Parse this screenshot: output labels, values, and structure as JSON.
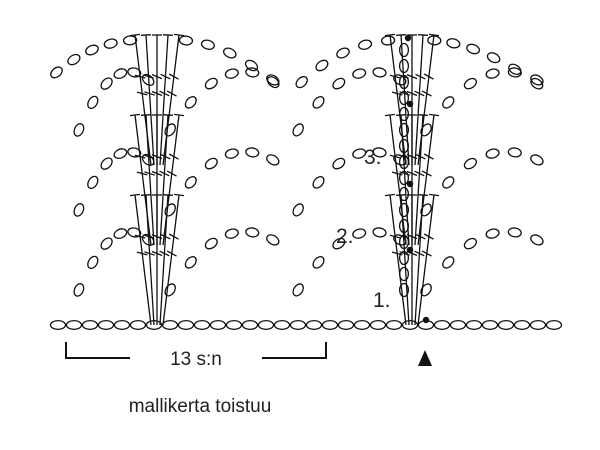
{
  "diagram": {
    "row_labels": [
      "1.",
      "2.",
      "3."
    ],
    "repeat_stitch_count": "13 s:n",
    "repeat_caption": "mallikerta toistuu",
    "start_marker": "arrow-up-icon",
    "stitch_symbols": [
      "chain-stitch",
      "treble-crochet",
      "slip-stitch"
    ],
    "colors": {
      "ink": "#111111",
      "background": "#ffffff"
    }
  }
}
